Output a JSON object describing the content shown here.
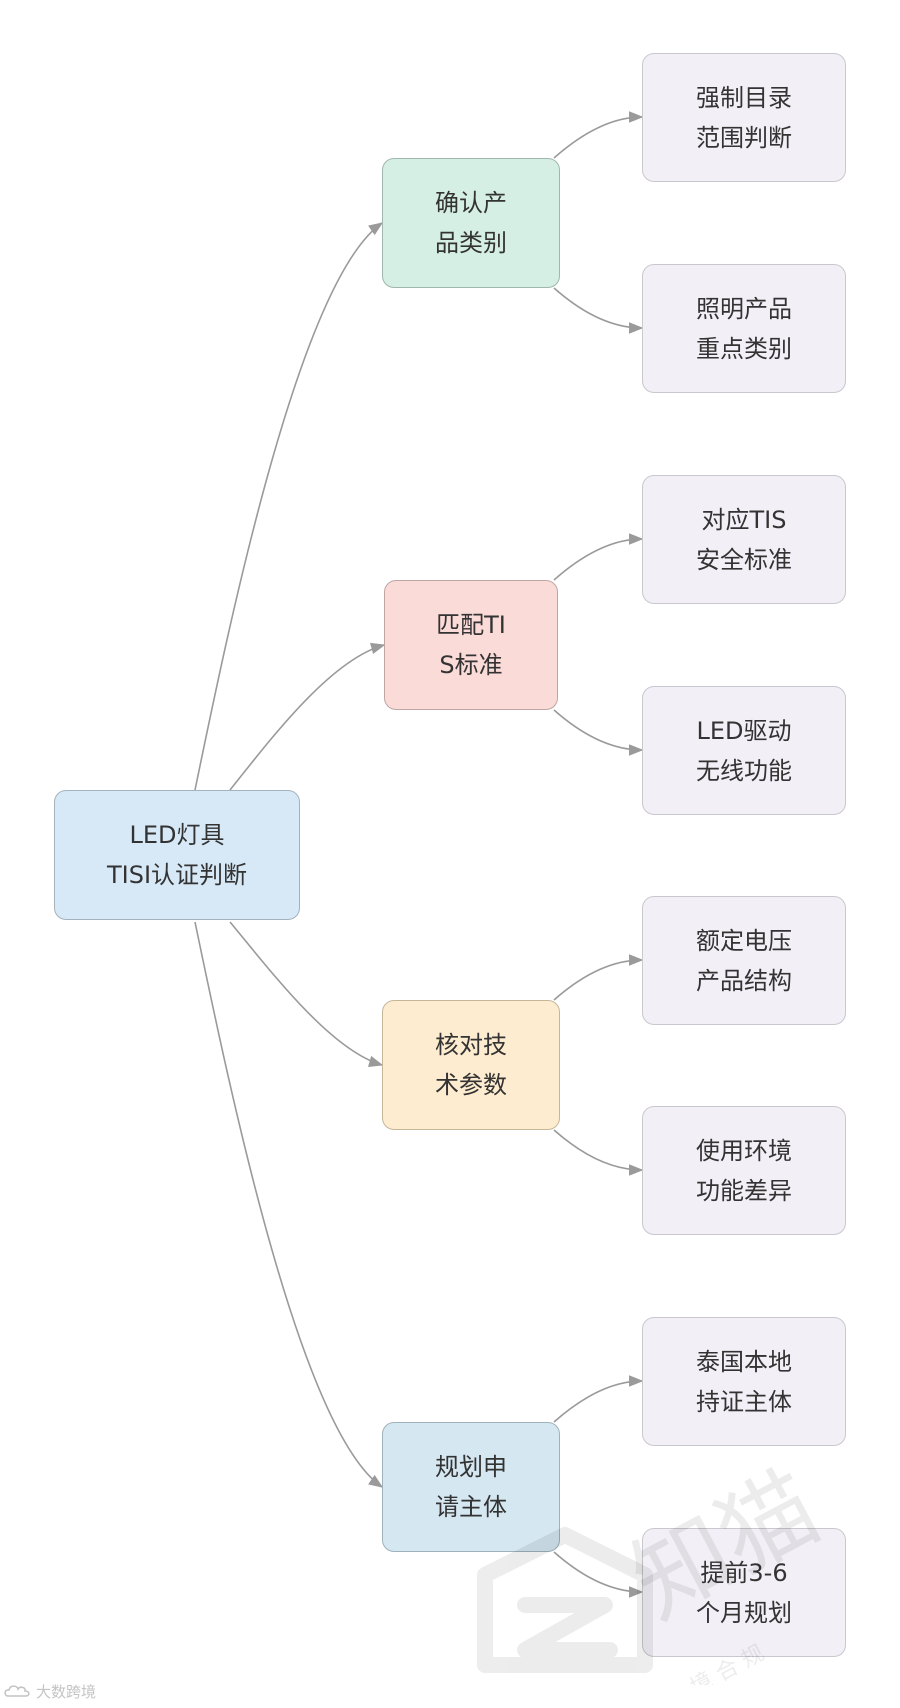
{
  "root": {
    "line1": "LED灯具",
    "line2": "TISI认证判断",
    "color": "#d7e9f7"
  },
  "branches": [
    {
      "line1": "确认产",
      "line2": "品类别",
      "color": "#d6efe5",
      "border": "#9fb7ad",
      "children": [
        {
          "line1": "强制目录",
          "line2": "范围判断"
        },
        {
          "line1": "照明产品",
          "line2": "重点类别"
        }
      ]
    },
    {
      "line1": "匹配TI",
      "line2": "S标准",
      "color": "#fadbd8",
      "border": "#c0a6a3",
      "children": [
        {
          "line1": "对应TIS",
          "line2": "安全标准"
        },
        {
          "line1": "LED驱动",
          "line2": "无线功能"
        }
      ]
    },
    {
      "line1": "核对技",
      "line2": "术参数",
      "color": "#fdeccf",
      "border": "#c6b698",
      "children": [
        {
          "line1": "额定电压",
          "line2": "产品结构"
        },
        {
          "line1": "使用环境",
          "line2": "功能差异"
        }
      ]
    },
    {
      "line1": "规划申",
      "line2": "请主体",
      "color": "#d5e7f1",
      "border": "#9fb1bb",
      "children": [
        {
          "line1": "泰国本地",
          "line2": "持证主体"
        },
        {
          "line1": "提前3-6",
          "line2": "个月规划"
        }
      ]
    }
  ],
  "leaf_color": "#f2eff6",
  "edge_color": "#9a9a9a",
  "watermark": {
    "logo_text": "知猫",
    "sub_text": "跨 境 合 规"
  },
  "corner_logo": {
    "text": "大数跨境"
  }
}
